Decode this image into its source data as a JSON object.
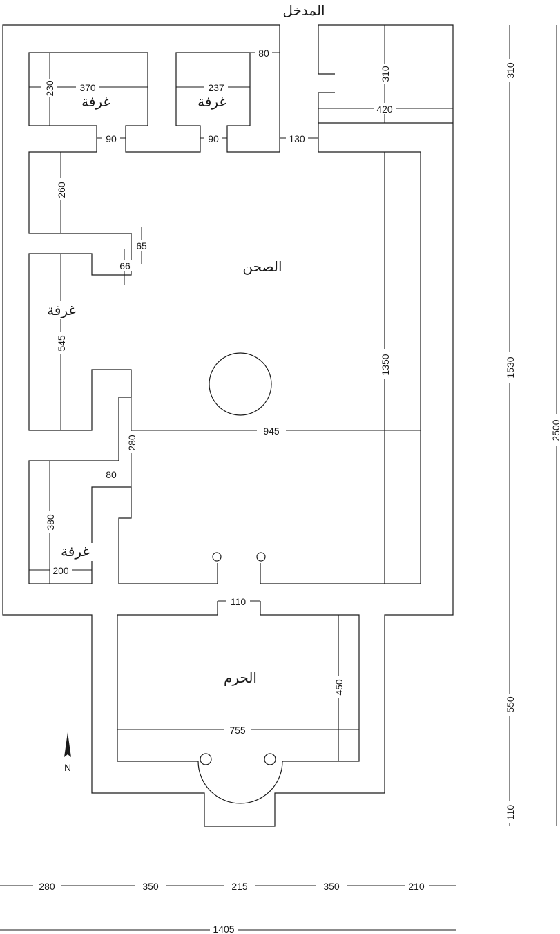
{
  "labels": {
    "entrance": "المدخل",
    "courtyard": "الصحن",
    "sanctuary": "الحرم",
    "room_top_left": "غرفة",
    "room_top_mid": "غرفة",
    "room_left": "غرفة",
    "room_bottom_left": "غرفة"
  },
  "north_label": "N",
  "dimensions": {
    "room1_depth": "230",
    "room1_width": "370",
    "room2_width": "237",
    "wall_80_top": "80",
    "door_90_a": "90",
    "door_90_b": "90",
    "gap_130": "130",
    "right_top_310": "310",
    "right_top_420": "420",
    "left_260": "260",
    "notch_65": "65",
    "notch_66": "66",
    "left_room_545": "545",
    "court_945": "945",
    "court_1350": "1350",
    "wall_280": "280",
    "wall_80_mid": "80",
    "room4_380": "380",
    "room4_200": "200",
    "door_110": "110",
    "sanct_450": "450",
    "sanct_755": "755",
    "right_310": "310",
    "right_1530": "1530",
    "right_550": "550",
    "right_110": "110",
    "overall_2500": "2500",
    "bottom_280": "280",
    "bottom_350a": "350",
    "bottom_215": "215",
    "bottom_350b": "350",
    "bottom_210": "210",
    "overall_1405": "1405"
  }
}
